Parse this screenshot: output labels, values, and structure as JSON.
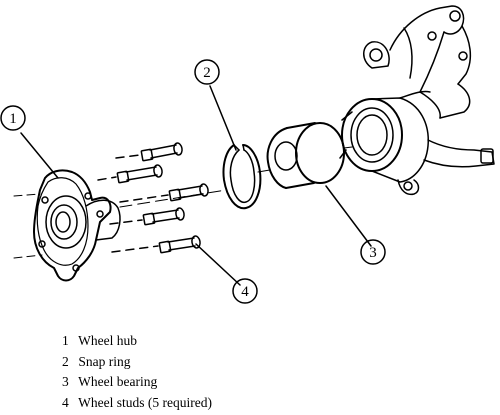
{
  "callouts": [
    {
      "number": "1"
    },
    {
      "number": "2"
    },
    {
      "number": "3"
    },
    {
      "number": "4"
    }
  ],
  "legend": [
    {
      "number": "1",
      "label": "Wheel hub"
    },
    {
      "number": "2",
      "label": "Snap ring"
    },
    {
      "number": "3",
      "label": "Wheel bearing"
    },
    {
      "number": "4",
      "label": "Wheel studs (5 required)"
    }
  ]
}
